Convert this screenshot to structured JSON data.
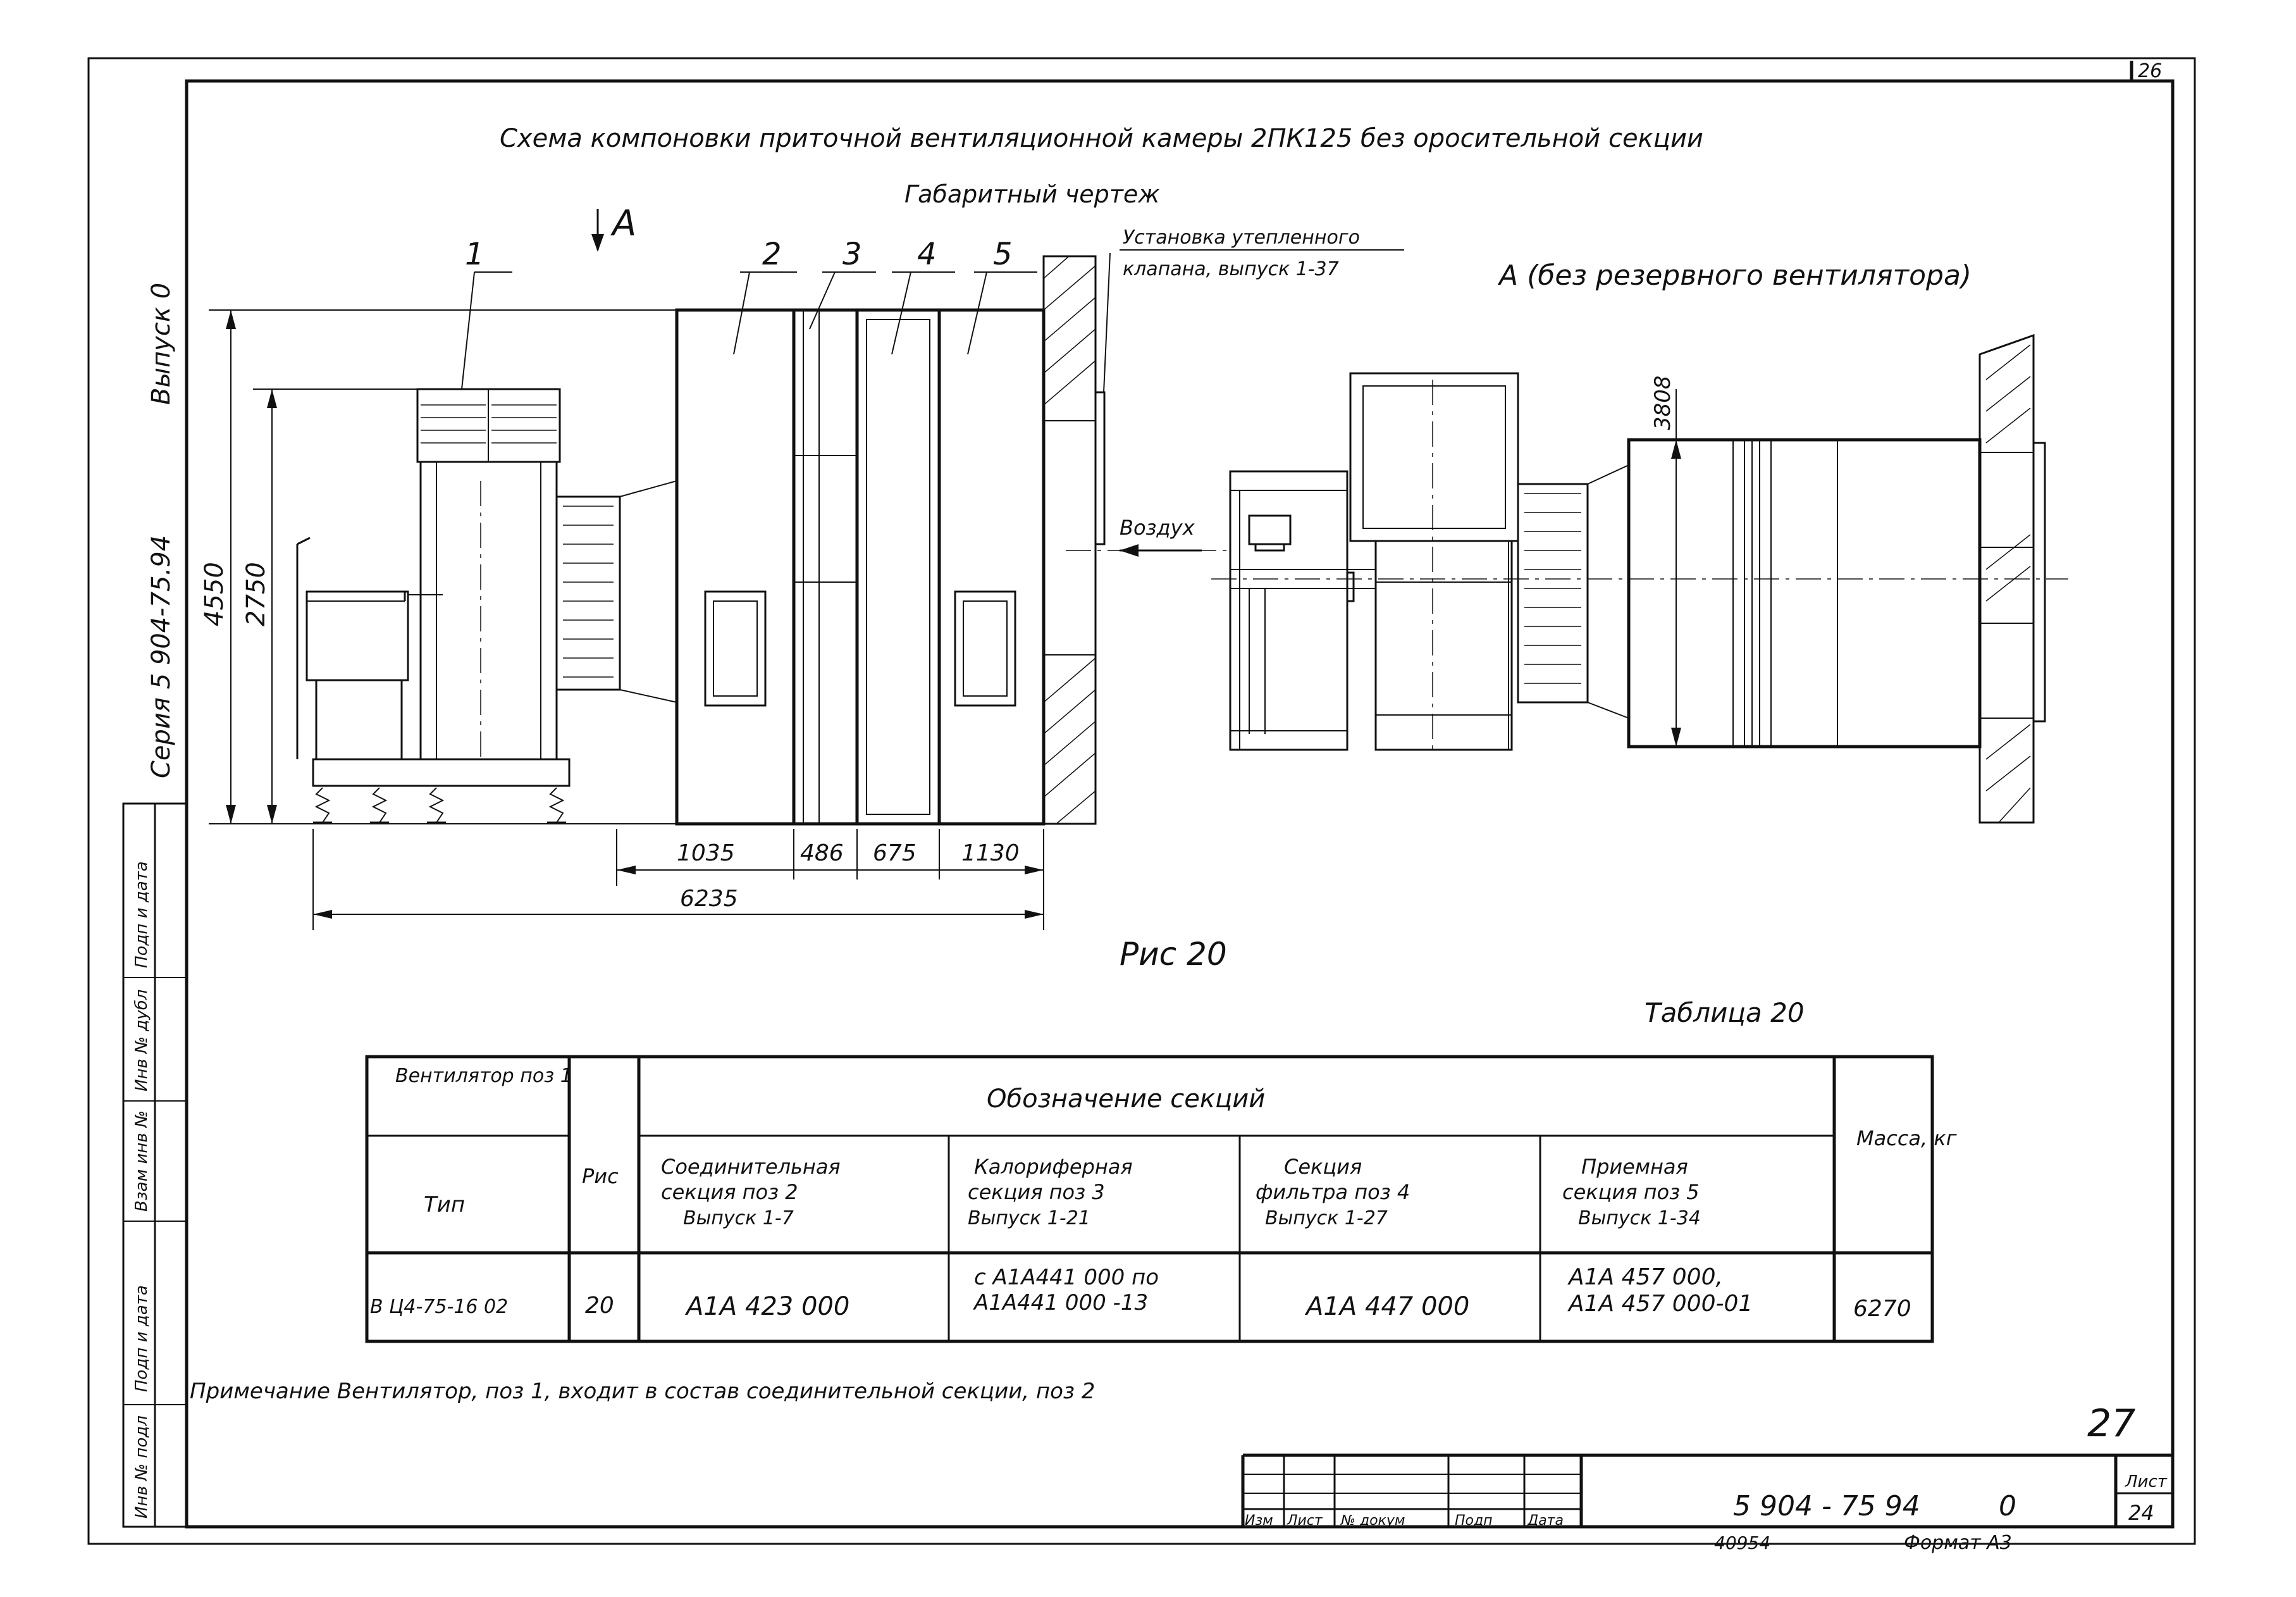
{
  "sheet": {
    "corner_number": "26",
    "title_line1": "Схема компоновки приточной вентиляционной камеры 2ПК125 без оросительной секции",
    "title_line2": "Габаритный чертеж",
    "view_a_arrow": "A",
    "view_a_title": "A (без резервного вентилятора)",
    "figure_caption": "Рис 20",
    "table_title": "Таблица 20",
    "note": "Примечание Вентилятор, поз 1, входит в состав соединительной секции, поз 2",
    "page_handwritten": "27",
    "side_series": "Серия 5 904-75.94",
    "side_issue": "Выпуск 0",
    "left_strip": [
      "Подп и дата",
      "Инв № дубл",
      "Взам инв №",
      "Подп и дата",
      "Инв № подл"
    ]
  },
  "drawing": {
    "positions": [
      "1",
      "2",
      "3",
      "4",
      "5"
    ],
    "label_valve": "Установка утепленного",
    "label_valve2": "клапана, выпуск 1-37",
    "label_air": "Воздух",
    "dim_height_total": "4550",
    "dim_height_fan": "2750",
    "dim_width_1": "1035",
    "dim_width_2": "486",
    "dim_width_3": "675",
    "dim_width_4": "1130",
    "dim_width_total": "6235",
    "dim_view_a": "3808"
  },
  "table": {
    "head_fan": "Вентилятор поз 1",
    "head_type": "Тип",
    "head_fig": "Рис",
    "head_designation": "Обозначение секций",
    "head_mass": "Масса, кг",
    "sections": [
      [
        "Соединительная",
        "секция поз 2",
        "Выпуск 1-7"
      ],
      [
        "Калориферная",
        "секция поз 3",
        "Выпуск 1-21"
      ],
      [
        "Секция",
        "фильтра поз 4",
        "Выпуск 1-27"
      ],
      [
        "Приемная",
        "секция поз 5",
        "Выпуск 1-34"
      ]
    ],
    "row": {
      "type": "В Ц4-75-16 02",
      "fig": "20",
      "s2": "А1А 423 000",
      "s3_1": "с А1А441 000 по",
      "s3_2": "А1А441 000 -13",
      "s4": "А1А 447 000",
      "s5_1": "А1А 457 000,",
      "s5_2": "А1А 457 000-01",
      "mass": "6270"
    }
  },
  "title_block": {
    "cols": [
      "Изм",
      "Лист",
      "№ докум",
      "Подп",
      "Дата"
    ],
    "document": "5 904 - 75 94",
    "issue": "0",
    "sheet_label": "Лист",
    "sheet_num": "24",
    "format": "Формат А3",
    "inv": "40954"
  }
}
